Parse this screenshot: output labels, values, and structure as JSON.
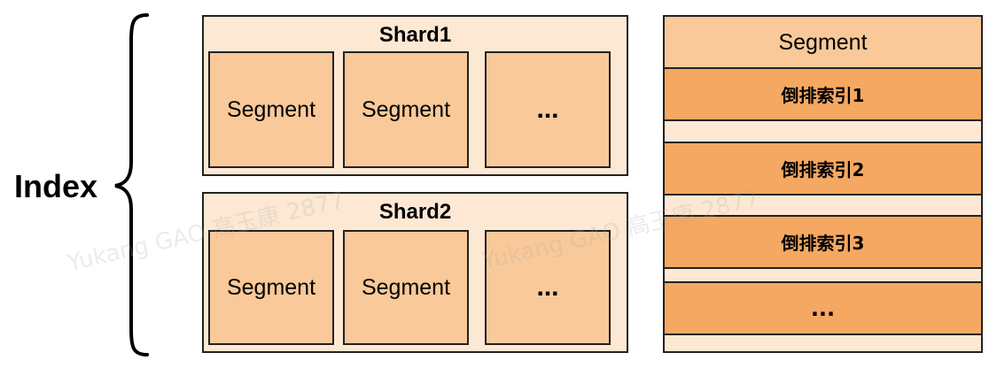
{
  "index": {
    "label": "Index"
  },
  "shards": [
    {
      "title": "Shard1",
      "segments": [
        "Segment",
        "Segment",
        "..."
      ]
    },
    {
      "title": "Shard2",
      "segments": [
        "Segment",
        "Segment",
        "..."
      ]
    }
  ],
  "segment_detail": {
    "header": "Segment",
    "items": [
      "倒排索引1",
      "倒排索引2",
      "倒排索引3",
      "..."
    ]
  },
  "watermark": {
    "text": "Yukang GAO 高玉康 2877"
  },
  "colors": {
    "shard_fill": "#fde8d4",
    "segment_fill": "#f9c999",
    "inverted_index_fill": "#f5a862",
    "stroke": "#222222"
  }
}
